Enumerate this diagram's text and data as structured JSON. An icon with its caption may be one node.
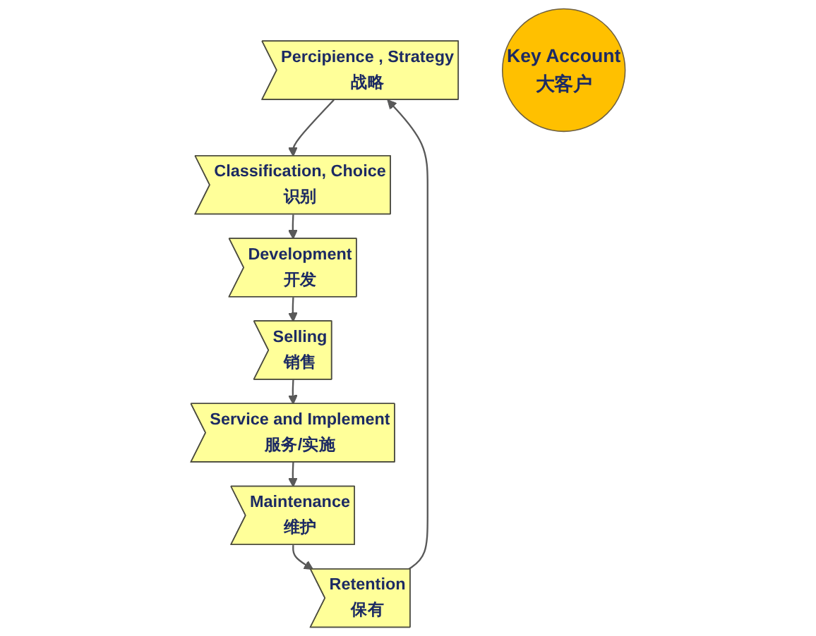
{
  "diagram": {
    "nodes": [
      {
        "text": [
          "Percipience , Strategy",
          "战略"
        ]
      },
      {
        "text": [
          "Classification, Choice",
          "识别"
        ]
      },
      {
        "text": [
          "Development",
          "开发"
        ]
      },
      {
        "text": [
          "Selling",
          "销售"
        ]
      },
      {
        "text": [
          "Service and Implement",
          "服务/实施"
        ]
      },
      {
        "text": [
          "Maintenance",
          "维护"
        ]
      },
      {
        "text": [
          "Retention",
          "保有"
        ]
      },
      {
        "text": [
          "Key Account",
          "大客户"
        ]
      }
    ],
    "edges": [
      {
        "from": 0,
        "to": 1,
        "arrow": "to"
      },
      {
        "from": 1,
        "to": 2,
        "arrow": "to"
      },
      {
        "from": 2,
        "to": 3,
        "arrow": "to"
      },
      {
        "from": 3,
        "to": 4,
        "arrow": "to"
      },
      {
        "from": 4,
        "to": 5,
        "arrow": "to"
      },
      {
        "from": 5,
        "to": 6,
        "arrow": "to"
      },
      {
        "from": 6,
        "to": 0,
        "arrow": "to"
      }
    ]
  }
}
